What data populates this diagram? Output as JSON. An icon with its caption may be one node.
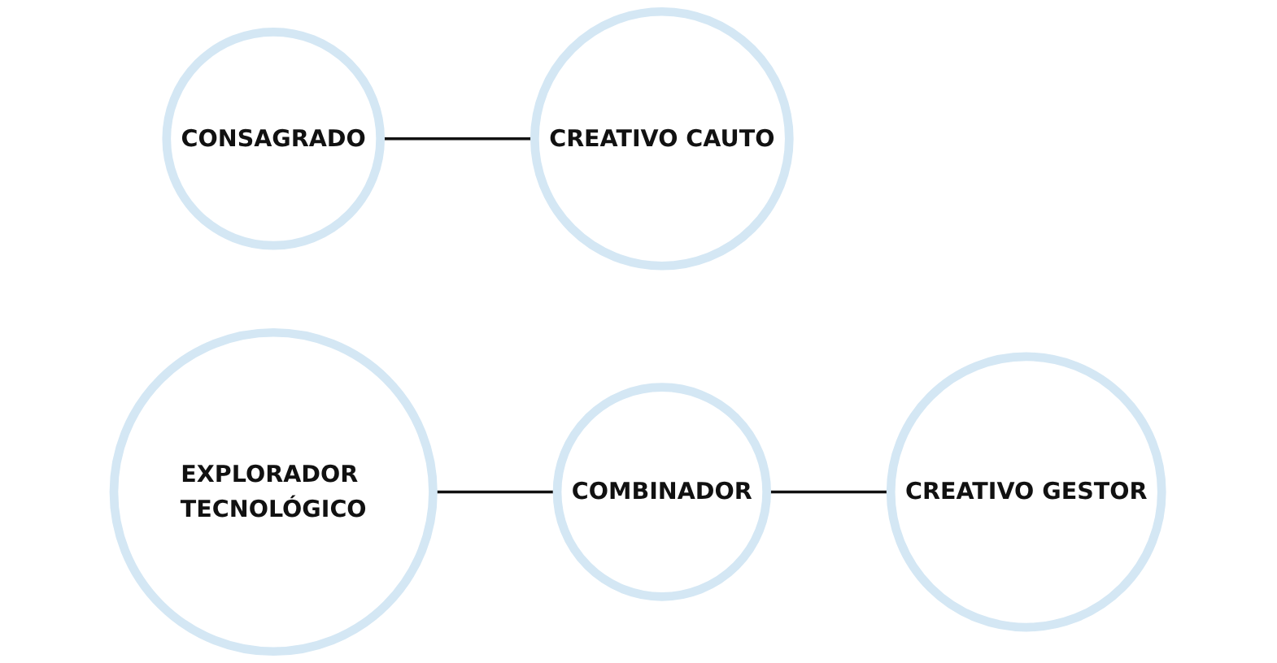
{
  "diagram": {
    "nodes": [
      {
        "text": [
          "CONSAGRADO"
        ]
      },
      {
        "text": [
          "CREATIVO CAUTO"
        ]
      },
      {
        "text": [
          "EXPLORADOR TECNOLÓGICO"
        ]
      },
      {
        "text": [
          "COMBINADOR"
        ]
      },
      {
        "text": [
          "CREATIVO GESTOR"
        ]
      }
    ],
    "edges": [
      {
        "from": 0,
        "to": 1,
        "arrow": "none"
      },
      {
        "from": 2,
        "to": 3,
        "arrow": "none"
      },
      {
        "from": 3,
        "to": 4,
        "arrow": "none"
      }
    ]
  }
}
